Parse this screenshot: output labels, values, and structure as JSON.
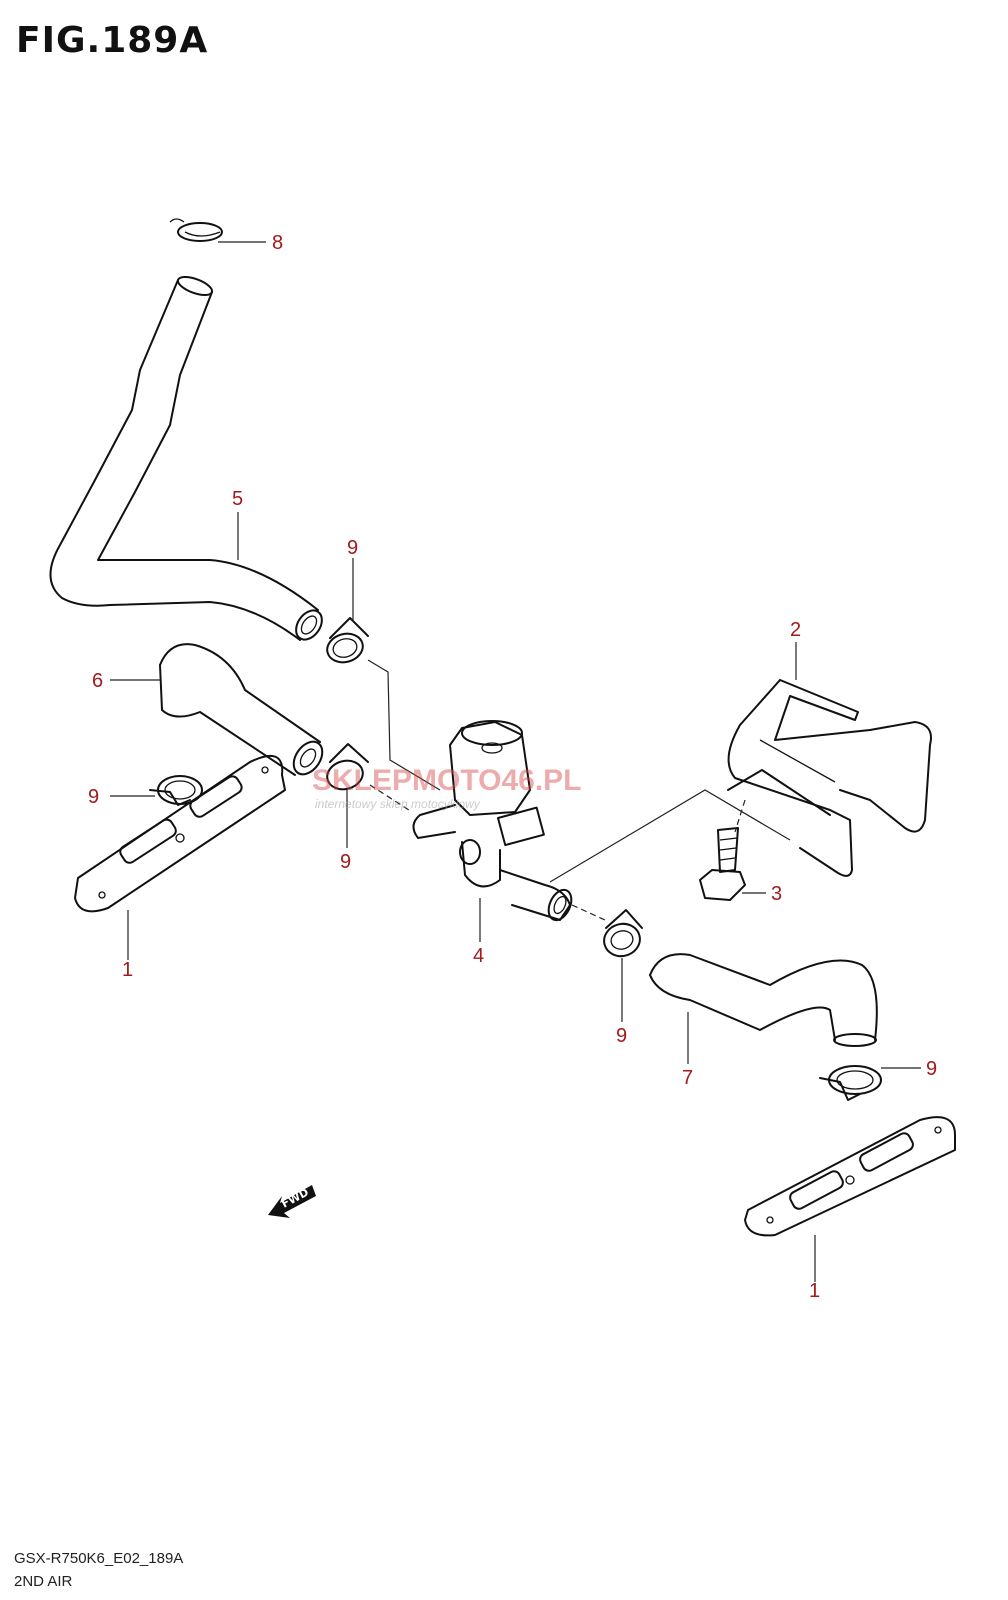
{
  "figure": {
    "title": "FIG.189A"
  },
  "footer": {
    "model_code": "GSX-R750K6_E02_189A",
    "section_name": "2ND AIR"
  },
  "callouts": {
    "c1a": "1",
    "c1b": "1",
    "c2": "2",
    "c3": "3",
    "c4": "4",
    "c5": "5",
    "c6": "6",
    "c7": "7",
    "c8": "8",
    "c9a": "9",
    "c9b": "9",
    "c9c": "9",
    "c9d": "9",
    "c9e": "9"
  },
  "watermark": {
    "brand": "SKLEPMOTO46.PL",
    "tagline": "internetowy sklep motocyklowy"
  },
  "direction_arrow": {
    "label": "FWD"
  },
  "colors": {
    "callout_text": "#a21a1a",
    "line_art": "#111111",
    "watermark": "#d94a4a"
  }
}
